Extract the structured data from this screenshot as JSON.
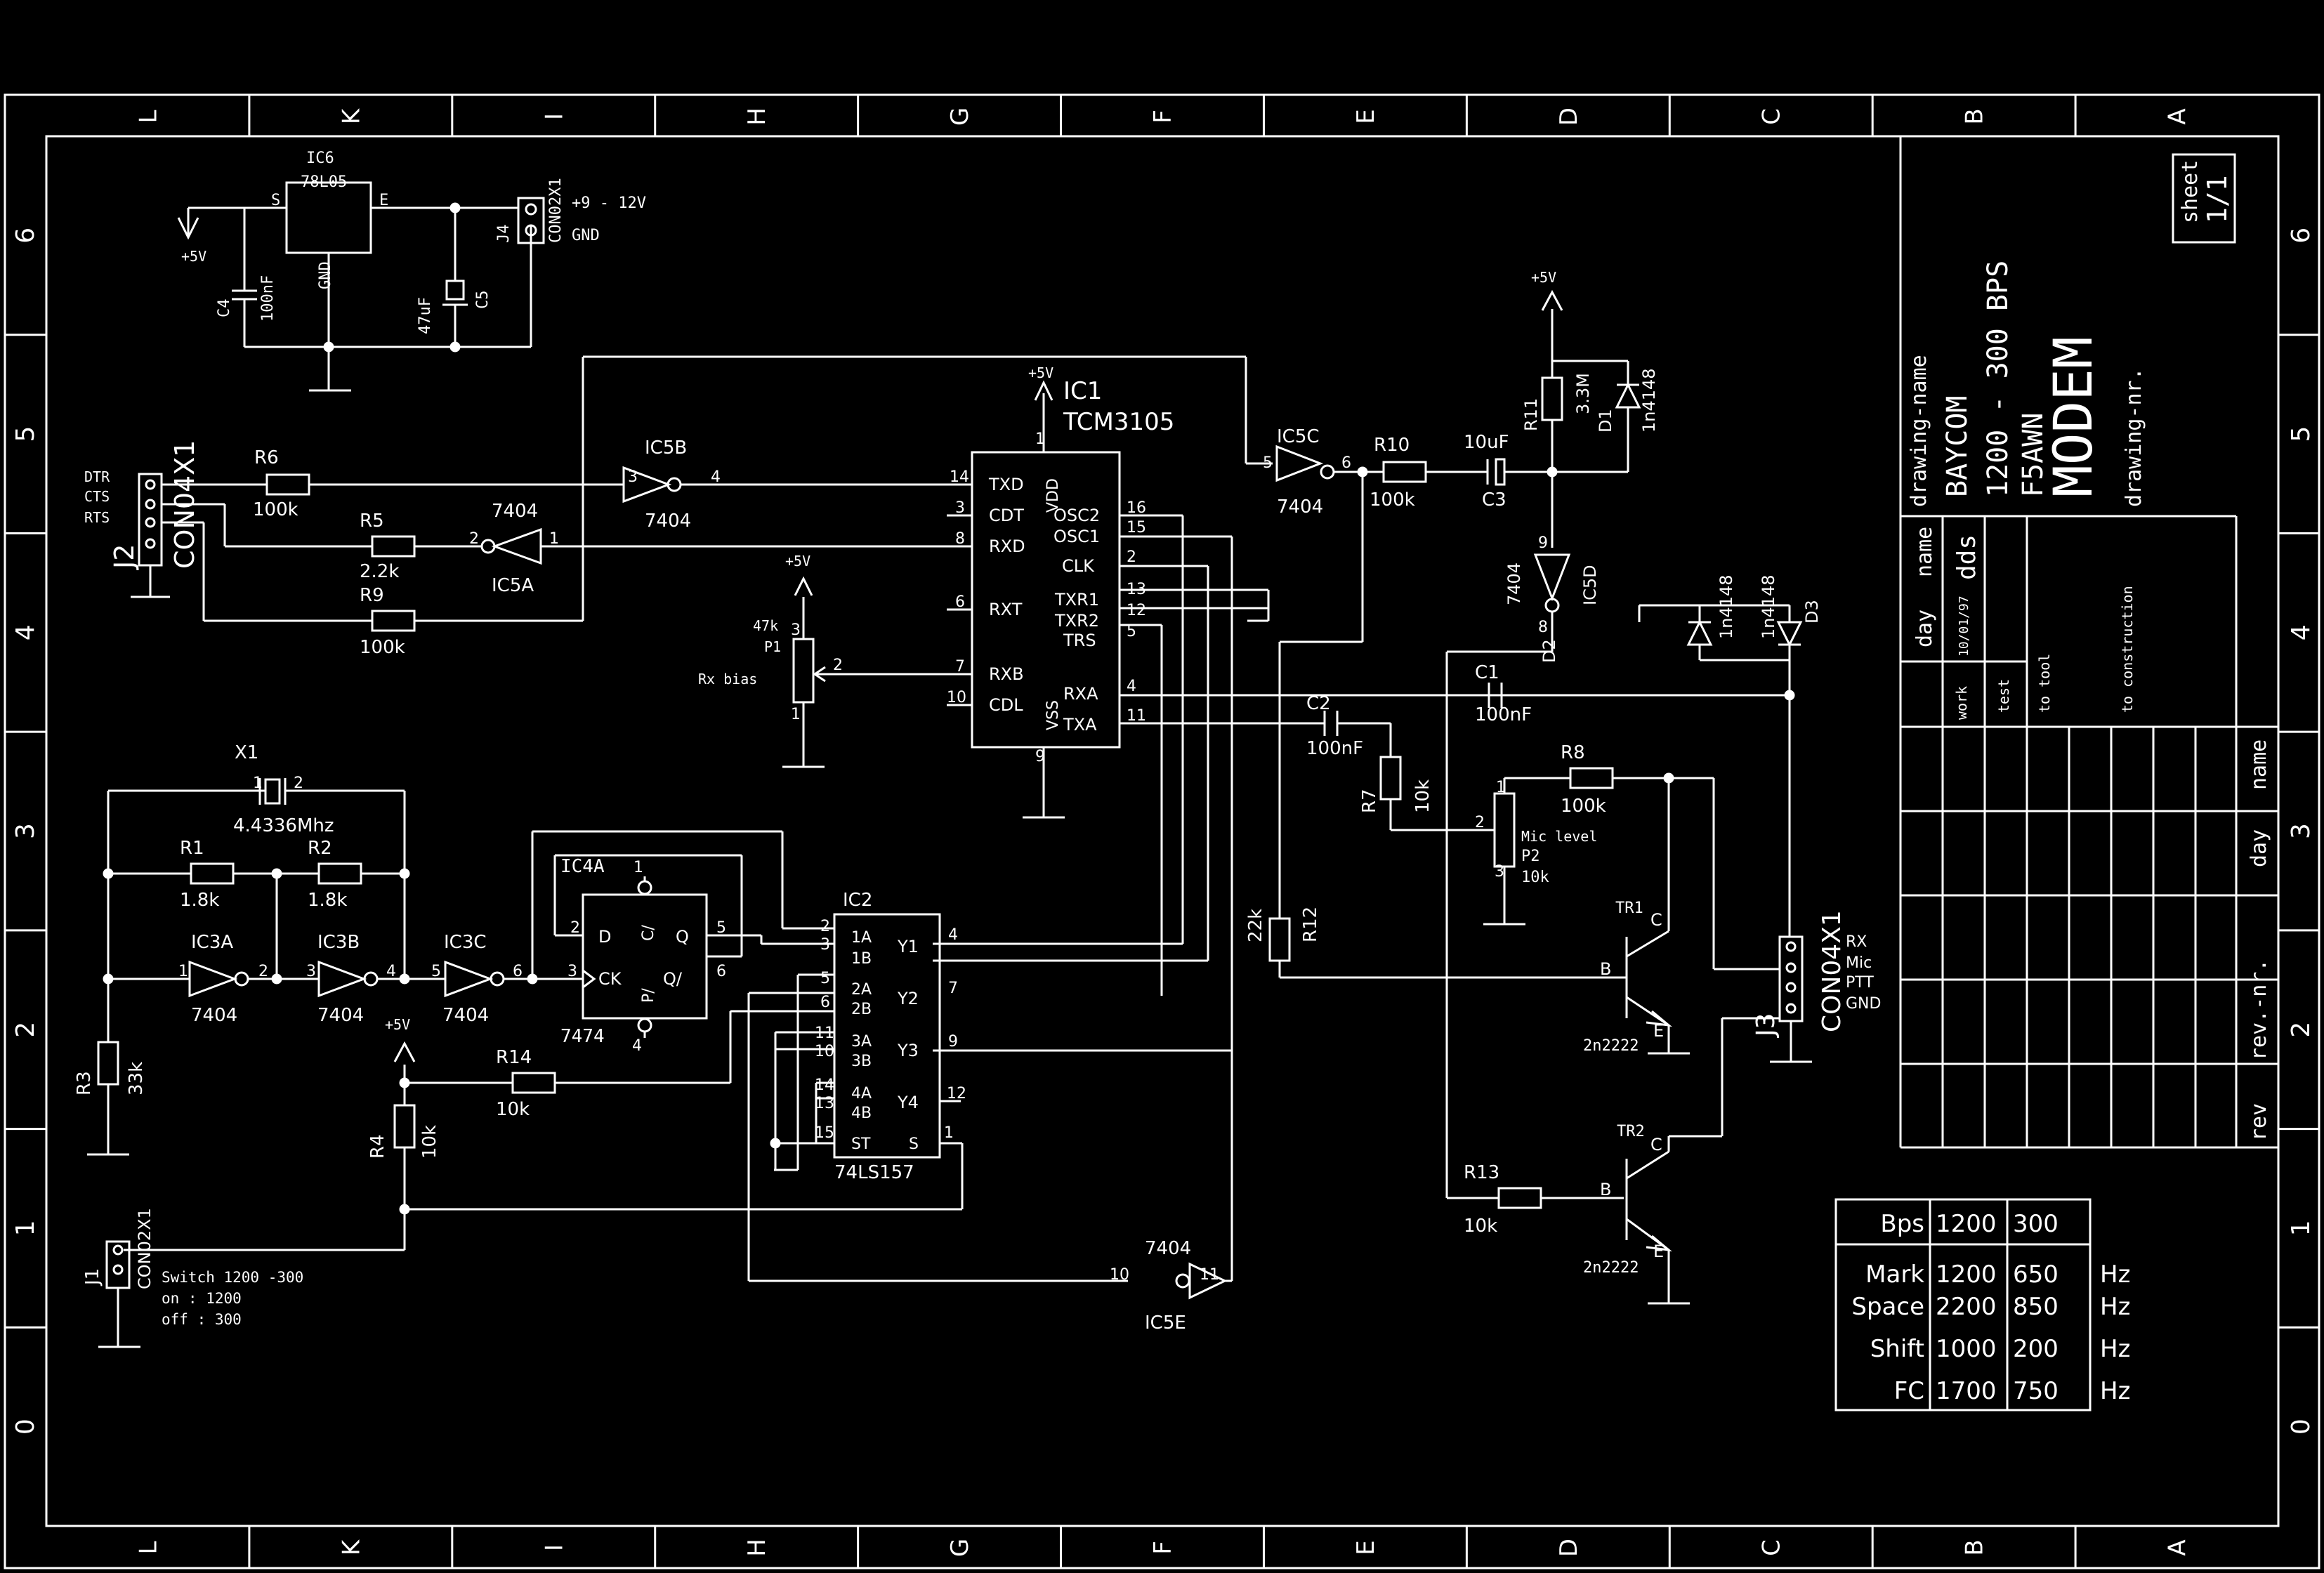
{
  "frame": {
    "col_letters": [
      "L",
      "K",
      "I",
      "H",
      "G",
      "F",
      "E",
      "D",
      "C",
      "B",
      "A"
    ],
    "row_numbers": [
      "6",
      "5",
      "4",
      "3",
      "2",
      "1",
      "0"
    ]
  },
  "title_block": {
    "drawing_name_label": "drawing-name",
    "line1": "BAYCOM",
    "line2": "1200 - 300 BPS",
    "line3": "F5AWN",
    "line4": "MODEM",
    "drawing_nr_label": "drawing-nr.",
    "sheet_label": "sheet",
    "sheet_value": "1/1",
    "name_label": "name",
    "name_value": "dds",
    "day_label": "day",
    "day_value": "10/01/97",
    "work": "work",
    "test": "test",
    "to_tool": "to tool",
    "to_construction": "to construction",
    "rev_name": "name",
    "rev_day": "day",
    "rev_nr": "rev.-nr.",
    "rev": "rev"
  },
  "freq_table": {
    "header": [
      "Bps",
      "1200",
      "300"
    ],
    "rows": [
      {
        "label": "Mark",
        "v1": "1200",
        "v2": "650",
        "unit": "Hz"
      },
      {
        "label": "Space",
        "v1": "2200",
        "v2": "850",
        "unit": "Hz"
      },
      {
        "label": "Shift",
        "v1": "1000",
        "v2": "200",
        "unit": "Hz"
      },
      {
        "label": "FC",
        "v1": "1700",
        "v2": "750",
        "unit": "Hz"
      }
    ]
  },
  "labels": {
    "ic6": "IC6",
    "ic6_part": "78L05",
    "ic6_s": "S",
    "ic6_e": "E",
    "ic6_gnd": "GND",
    "plus5v": "+5V",
    "c4": "C4",
    "c4v": "100nF",
    "c5": "C5",
    "c5v": "47uF",
    "j4": "J4",
    "j4_part": "CON02X1",
    "j4_pwr": "+9 - 12V",
    "j4_gnd": "GND",
    "j2": "J2",
    "j2_part": "CON04X1",
    "dtr": "DTR",
    "cts": "CTS",
    "rts": "RTS",
    "r6": "R6",
    "r6v": "100k",
    "r5": "R5",
    "r5v": "2.2k",
    "r9": "R9",
    "r9v": "100k",
    "ic5b": "IC5B",
    "ic5a": "IC5A",
    "ic5c": "IC5C",
    "ic5d": "IC5D",
    "ic5e": "IC5E",
    "p7404": "7404",
    "ic1": "IC1",
    "ic1_part": "TCM3105",
    "txd": "TXD",
    "cdt": "CDT",
    "rxd": "RXD",
    "rxt": "RXT",
    "rxb": "RXB",
    "cdl": "CDL",
    "vdd": "VDD",
    "vss": "VSS",
    "osc2": "OSC2",
    "osc1": "OSC1",
    "clk": "CLK",
    "txr1": "TXR1",
    "txr2": "TXR2",
    "trs": "TRS",
    "rxa": "RXA",
    "txa": "TXA",
    "p1": "P1",
    "p1v": "47k",
    "rxbias": "Rx bias",
    "r10": "R10",
    "r10v": "100k",
    "c3": "C3",
    "c3v": "10uF",
    "r11": "R11",
    "r11v": "3.3M",
    "d1": "D1",
    "d1v": "1n4148",
    "d2": "D2",
    "d3": "D3",
    "d23v": "1n4148",
    "c1": "C1",
    "c1v": "100nF",
    "c2": "C2",
    "c2v": "100nF",
    "r7": "R7",
    "r7v": "10k",
    "r8": "R8",
    "r8v": "100k",
    "p2": "P2",
    "p2v": "10k",
    "miclevel": "Mic level",
    "r12": "R12",
    "r12v": "22k",
    "tr1": "TR1",
    "tr2": "TR2",
    "t2222": "2n2222",
    "b": "B",
    "c": "C",
    "e": "E",
    "r13": "R13",
    "r13v": "10k",
    "j3": "J3",
    "j3_part": "CON04X1",
    "rx": "RX",
    "mic": "Mic",
    "ptt": "PTT",
    "gnd": "GND",
    "x1": "X1",
    "x1v": "4.4336Mhz",
    "r1": "R1",
    "r1v": "1.8k",
    "r2": "R2",
    "r2v": "1.8k",
    "r3": "R3",
    "r3v": "33k",
    "r4": "R4",
    "r4v": "10k",
    "r14": "R14",
    "r14v": "10k",
    "ic3a": "IC3A",
    "ic3b": "IC3B",
    "ic3c": "IC3C",
    "ic4a": "IC4A",
    "p7474": "7474",
    "d_pin": "D",
    "ck": "CK",
    "q": "Q",
    "qn": "Q/",
    "cn": "C/",
    "pn": "P/",
    "ic2": "IC2",
    "p74ls157": "74LS157",
    "a1": "1A",
    "b1": "1B",
    "a2": "2A",
    "b2": "2B",
    "a3": "3A",
    "b3": "3B",
    "a4": "4A",
    "b4": "4B",
    "st": "ST",
    "sel": "S",
    "y1": "Y1",
    "y2": "Y2",
    "y3": "Y3",
    "y4": "Y4",
    "j1": "J1",
    "j1_part": "CON02X1",
    "sw1": "Switch 1200 -300",
    "sw2": "on : 1200",
    "sw3": "off : 300"
  }
}
